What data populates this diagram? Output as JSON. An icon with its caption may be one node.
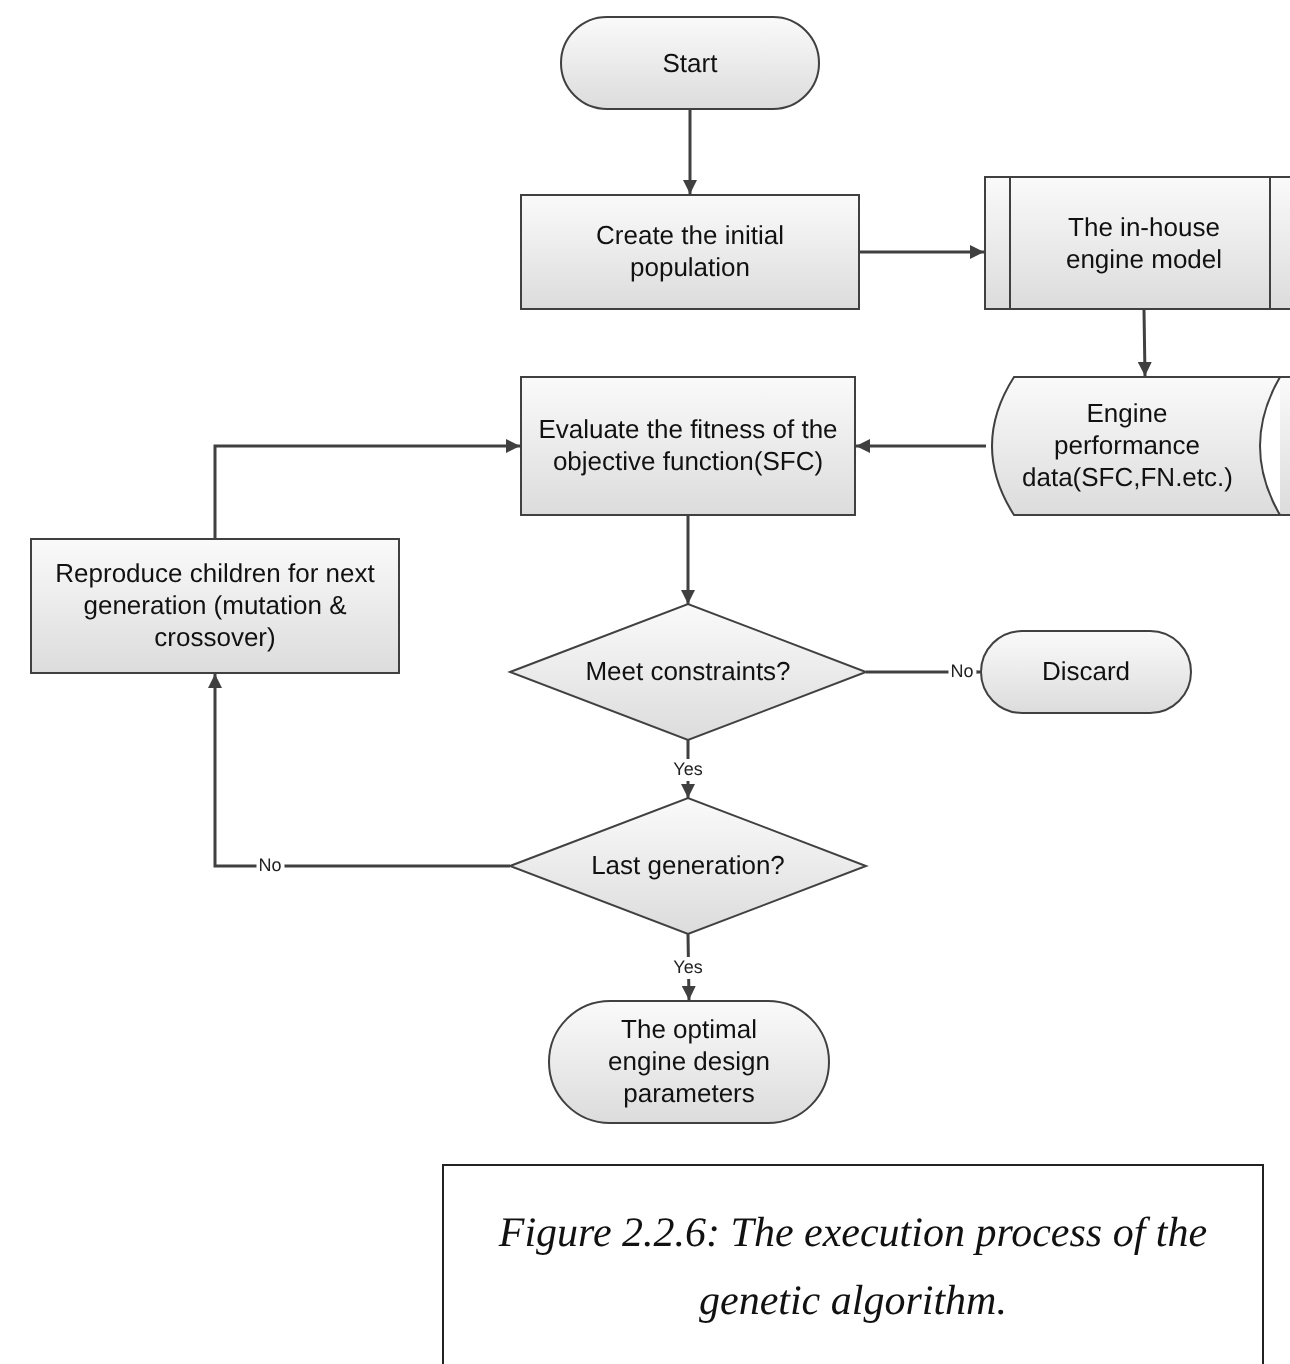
{
  "diagram": {
    "caption": "Figure 2.2.6: The execution process of the genetic algorithm.",
    "nodes": [
      {
        "text": [
          "Start"
        ]
      },
      {
        "text": [
          "Create the initial population"
        ]
      },
      {
        "text": [
          "The in-house engine model"
        ]
      },
      {
        "text": [
          "Engine performance data(SFC,FN.etc.)"
        ]
      },
      {
        "text": [
          "Evaluate the fitness of the objective function(SFC)"
        ]
      },
      {
        "text": [
          "Reproduce children for next generation (mutation & crossover)"
        ]
      },
      {
        "text": [
          "Meet constraints?"
        ]
      },
      {
        "text": [
          "Discard"
        ]
      },
      {
        "text": [
          "Last generation?"
        ]
      },
      {
        "text": [
          "The optimal engine design parameters"
        ]
      }
    ],
    "edges": [
      {
        "from": 0,
        "to": 1,
        "arrow": "to"
      },
      {
        "from": 1,
        "to": 2,
        "arrow": "to"
      },
      {
        "from": 2,
        "to": 3,
        "arrow": "to"
      },
      {
        "from": 3,
        "to": 4,
        "arrow": "to"
      },
      {
        "from": 4,
        "to": 6,
        "arrow": "to"
      },
      {
        "from": 6,
        "to": 7,
        "arrow": "to",
        "label": "No"
      },
      {
        "from": 6,
        "to": 8,
        "arrow": "to",
        "label": "Yes"
      },
      {
        "from": 8,
        "to": 5,
        "arrow": "to",
        "label": "No"
      },
      {
        "from": 8,
        "to": 9,
        "arrow": "to",
        "label": "Yes"
      },
      {
        "from": 5,
        "to": 4,
        "arrow": "to"
      }
    ]
  }
}
